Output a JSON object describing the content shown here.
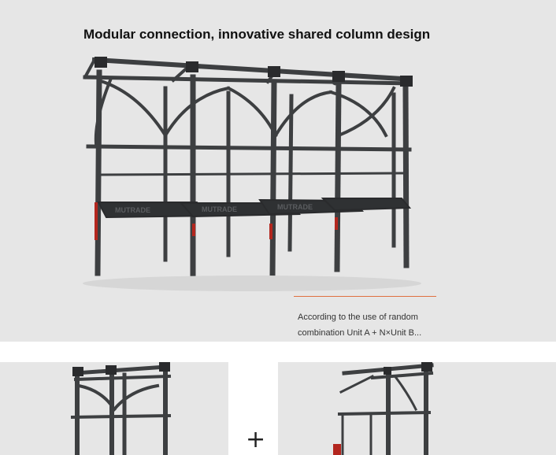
{
  "hero": {
    "title": "Modular connection, innovative shared column design",
    "brand_marks": [
      "MUTRADE",
      "MUTRADE",
      "MUTRADE"
    ]
  },
  "caption": {
    "lines": [
      "According to the use of random",
      "combination Unit A + N×Unit B..."
    ]
  },
  "operator": {
    "plus": "+"
  },
  "colors": {
    "background": "#e6e6e6",
    "steel": "#3d3f41",
    "steel_dark": "#2a2b2d",
    "accent_red": "#b3261e",
    "divider": "#e07040"
  }
}
